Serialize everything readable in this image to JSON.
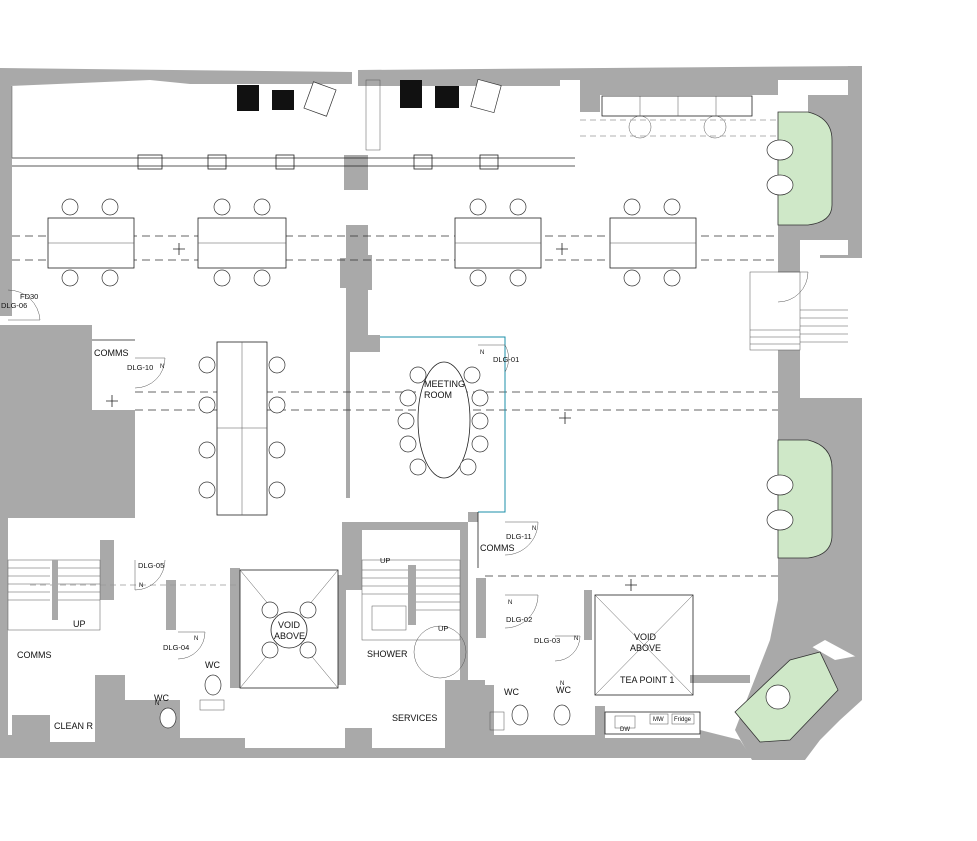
{
  "plan": {
    "rooms": {
      "comms_upper": "COMMS",
      "meeting_line1": "MEETING",
      "meeting_line2": "ROOM",
      "comms_mid": "COMMS",
      "comms_left": "COMMS",
      "up_left": "UP",
      "up_mid": "UP",
      "up_stair": "UP",
      "void1_line1": "VOID",
      "void1_line2": "ABOVE",
      "void2_line1": "VOID",
      "void2_line2": "ABOVE",
      "shower": "SHOWER",
      "services": "SERVICES",
      "clean": "CLEAN R",
      "wc1": "WC",
      "wc2": "WC",
      "wc3": "WC",
      "wc4": "WC",
      "tea_point": "TEA POINT 1"
    },
    "doors": {
      "fd30": "FD30",
      "dlg06": "DLG-06",
      "dlg10": "DLG-10",
      "dlg01": "DLG-01",
      "dlg11": "DLG-11",
      "dlg05": "DLG-05",
      "dlg04": "DLG-04",
      "dlg02": "DLG-02",
      "dlg03": "DLG-03"
    },
    "door_swing_marks": {
      "n1": "N",
      "n2": "N",
      "n3": "N",
      "n4": "N",
      "n5": "N",
      "n6": "N",
      "n7": "N",
      "n8": "N",
      "n9": "N"
    },
    "appliances": {
      "fridge": "Fridge",
      "dw": "DW",
      "mw": "MW"
    },
    "colors": {
      "wall": "#a9a9a9",
      "planter": "#cfe8c8",
      "glazing": "#1b8fa8"
    }
  }
}
